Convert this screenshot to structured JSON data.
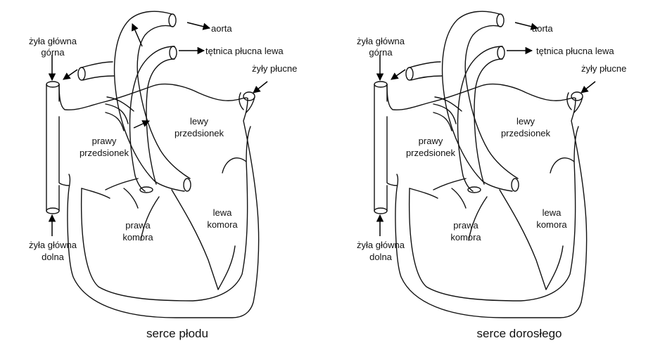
{
  "colors": {
    "ink": "#111111",
    "background": "#ffffff"
  },
  "fetal": {
    "caption": "serce płodu",
    "labels": {
      "aorta": "aorta",
      "pulmonary_artery": "tętnica płucna lewa",
      "pulmonary_veins": "żyły płucne",
      "svc_1": "żyła główna",
      "svc_2": "górna",
      "ivc_1": "żyła główna",
      "ivc_2": "dolna",
      "right_atrium_1": "prawy",
      "right_atrium_2": "przedsionek",
      "left_atrium_1": "lewy",
      "left_atrium_2": "przedsionek",
      "right_ventricle_1": "prawa",
      "right_ventricle_2": "komora",
      "left_ventricle_1": "lewa",
      "left_ventricle_2": "komora"
    }
  },
  "adult": {
    "caption": "serce dorosłego",
    "labels": {
      "aorta": "aorta",
      "pulmonary_artery": "tętnica płucna lewa",
      "pulmonary_veins": "żyły płucne",
      "svc_1": "żyła główna",
      "svc_2": "górna",
      "ivc_1": "żyła główna",
      "ivc_2": "dolna",
      "right_atrium_1": "prawy",
      "right_atrium_2": "przedsionek",
      "left_atrium_1": "lewy",
      "left_atrium_2": "przedsionek",
      "right_ventricle_1": "prawa",
      "right_ventricle_2": "komora",
      "left_ventricle_1": "lewa",
      "left_ventricle_2": "komora"
    }
  }
}
